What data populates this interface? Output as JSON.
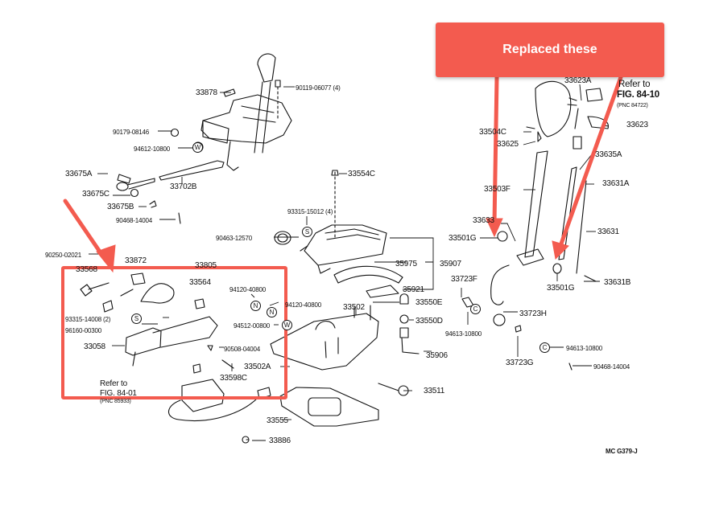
{
  "callout": {
    "text": "Replaced these",
    "color": "#f35b4f"
  },
  "figure_code": "MC G379-J",
  "annotation_color": "#f35b4f",
  "refs": {
    "fig_84_10": {
      "line1": "Refer to",
      "line2": "FIG. 84-10",
      "pnc": "(PNC 84722)"
    },
    "fig_84_01": {
      "line1": "Refer to",
      "line2": "FIG. 84-01",
      "pnc": "(PNC 85933)"
    }
  },
  "symbols": {
    "w": "W",
    "s": "S",
    "n": "N",
    "c": "C"
  },
  "parts": {
    "p33878": "33878",
    "p90119": "90119-06077 (4)",
    "p90179": "90179-08146",
    "p94612a": "94612-10800",
    "p33675A": "33675A",
    "p33702B": "33702B",
    "p33675C": "33675C",
    "p33675B": "33675B",
    "p90468a": "90468-14004",
    "p90250": "90250-02021",
    "p33568": "33568",
    "p33872": "33872",
    "p33805": "33805",
    "p33564": "33564",
    "p94120a": "94120-40800",
    "p94120b": "94120-40800",
    "p94512": "94512-00800",
    "p93315a": "93315-14008 (2)",
    "p96160": "96160-00300",
    "p33058": "33058",
    "p90508": "90508-04004",
    "p33502A": "33502A",
    "p33598C": "33598C",
    "p33554C": "33554C",
    "p93315b": "93315-15012 (4)",
    "p90463": "90463-12570",
    "p35975": "35975",
    "p35907": "35907",
    "p35921": "35921",
    "p33550E": "33550E",
    "p33550D": "33550D",
    "p33502": "33502",
    "p35906": "35906",
    "p33511": "33511",
    "p33555": "33555",
    "p33886": "33886",
    "p33623A": "33623A",
    "p33623": "33623",
    "p33504C": "33504C",
    "p33625": "33625",
    "p33635A": "33635A",
    "p33503F": "33503F",
    "p33631A": "33631A",
    "p33633": "33633",
    "p33501Ga": "33501G",
    "p33631": "33631",
    "p33501Gb": "33501G",
    "p33631B": "33631B",
    "p33723F": "33723F",
    "p94613a": "94613-10800",
    "p33723H": "33723H",
    "p33723G": "33723G",
    "p94613b": "94613-10800",
    "p90468b": "90468-14004"
  }
}
